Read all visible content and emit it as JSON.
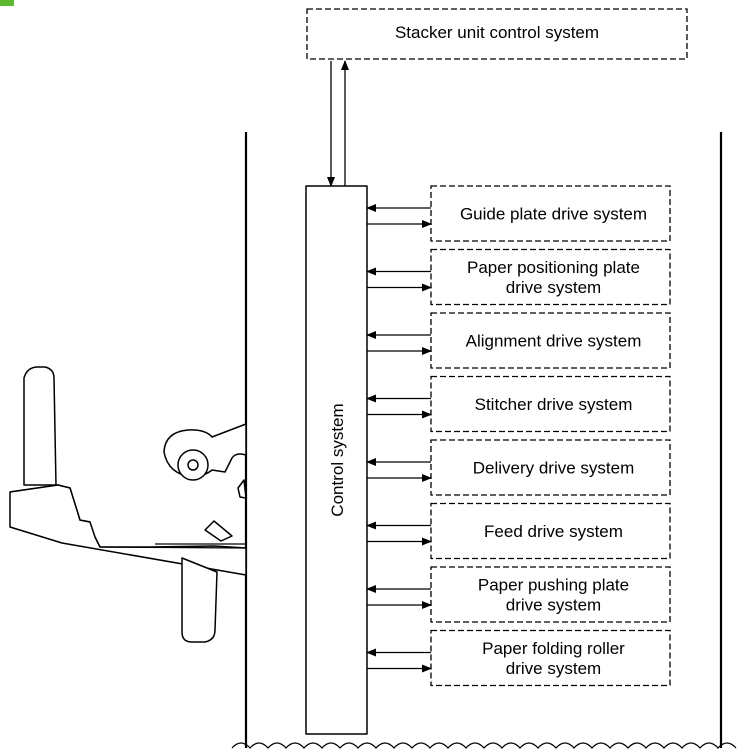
{
  "stacker_unit_control_label": "Stacker unit control system",
  "control_system_label": "Control system",
  "drive_systems": [
    {
      "lines": [
        "Guide plate drive system"
      ]
    },
    {
      "lines": [
        "Paper positioning plate",
        "drive system"
      ]
    },
    {
      "lines": [
        "Alignment drive system"
      ]
    },
    {
      "lines": [
        "Stitcher drive system"
      ]
    },
    {
      "lines": [
        "Delivery drive system"
      ]
    },
    {
      "lines": [
        "Feed drive system"
      ]
    },
    {
      "lines": [
        "Paper pushing plate",
        "drive system"
      ]
    },
    {
      "lines": [
        "Paper folding roller",
        "drive system"
      ]
    }
  ]
}
